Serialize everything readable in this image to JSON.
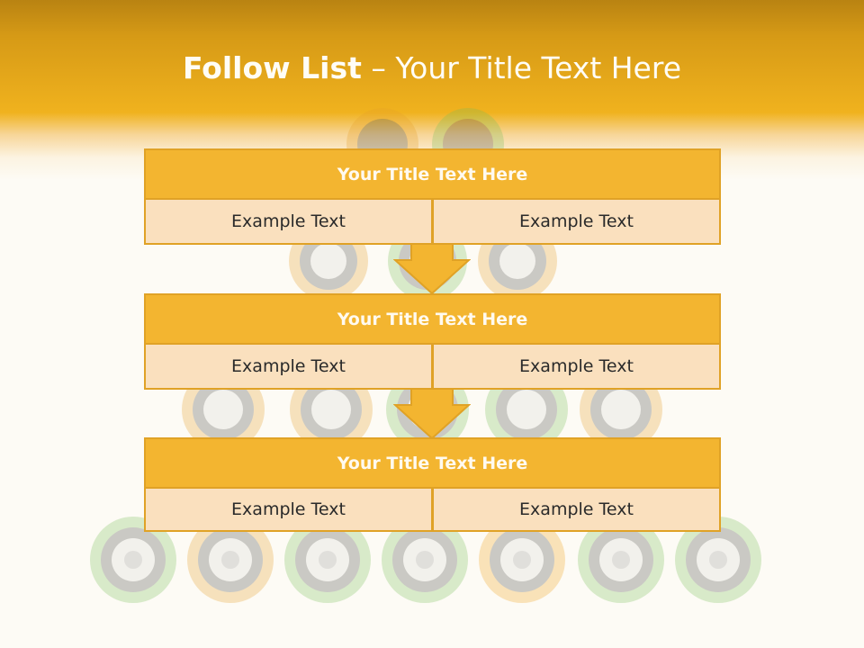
{
  "slide": {
    "title_bold": "Follow List",
    "title_rest": "– Your Title Text Here"
  },
  "steps": [
    {
      "title": "Your Title Text Here",
      "left": "Example Text",
      "right": "Example Text"
    },
    {
      "title": "Your Title Text Here",
      "left": "Example Text",
      "right": "Example Text"
    },
    {
      "title": "Your Title Text Here",
      "left": "Example Text",
      "right": "Example Text"
    }
  ],
  "colors": {
    "accent": "#f3b530",
    "accent_border": "#e0a226",
    "cell_fill": "#fae0be",
    "header_dark": "#b98312"
  },
  "icons": [
    "down-arrow-icon",
    "down-arrow-icon"
  ]
}
